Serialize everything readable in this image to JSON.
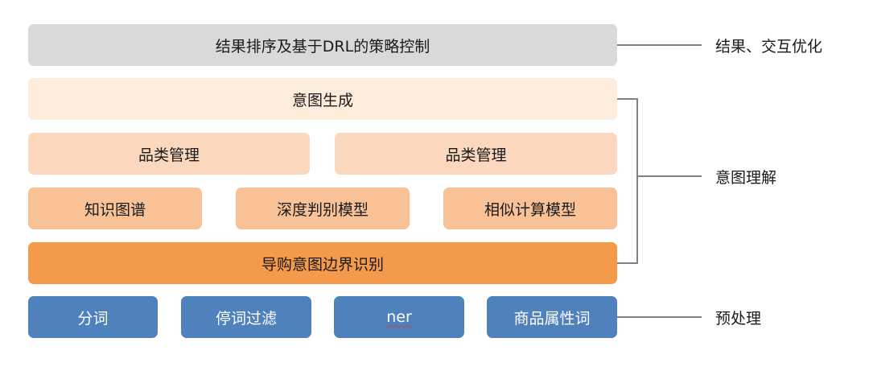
{
  "top_layer": {
    "label": "结果排序及基于DRL的策略控制"
  },
  "intent_layer": {
    "generation": "意图生成",
    "category_left": "品类管理",
    "category_right": "品类管理",
    "models": [
      "知识图谱",
      "深度判别模型",
      "相似计算模型"
    ],
    "boundary": "导购意图边界识别"
  },
  "preprocess_layer": {
    "items": [
      "分词",
      "停词过滤",
      "ner",
      "商品属性词"
    ]
  },
  "side_labels": {
    "result": "结果、交互优化",
    "intent": "意图理解",
    "preprocess": "预处理"
  },
  "colors": {
    "top": "#d9d9d9",
    "intent_1": "#fdebdc",
    "intent_2": "#fbd8bd",
    "intent_3": "#f8c196",
    "intent_4": "#f59a4a",
    "preprocess": "#4f81bd",
    "line": "#7f7f7f"
  }
}
